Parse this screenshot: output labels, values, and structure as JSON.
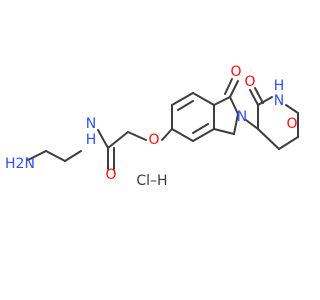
{
  "molecule": {
    "labels": {
      "nh2": "H2N",
      "amide_nh": "N",
      "amide_nh_h": "H",
      "amide_o": "O",
      "ether_o": "O",
      "lactam_o": "O",
      "isoindolinone_n": "N",
      "glutarimide_o1": "O",
      "glutarimide_nh": "N",
      "glutarimide_nh_h": "H",
      "glutarimide_o2": "O"
    },
    "salt": "Cl–H"
  },
  "colors": {
    "bond": "#3d3d3d",
    "nitrogen": "#3050f8",
    "oxygen": "#ff0d0d",
    "carbon": "#3d3d3d"
  }
}
